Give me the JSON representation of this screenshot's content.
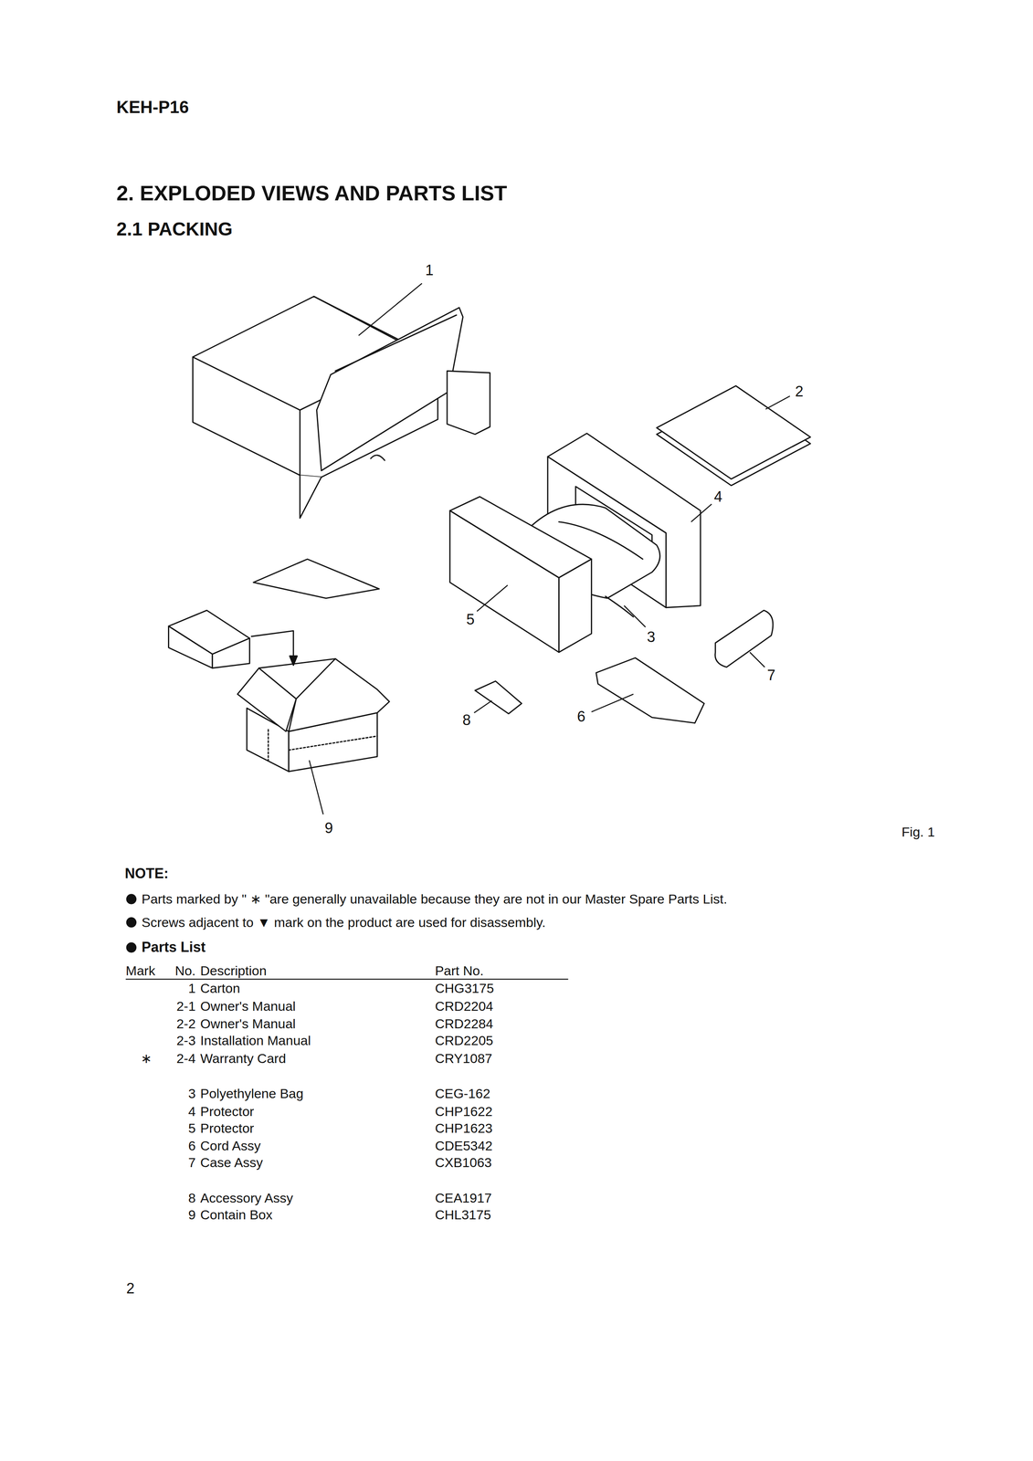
{
  "diagram": {
    "title": "2. EXPLODED VIEWS AND PARTS LIST",
    "labels": [
      "KEH-P16",
      "2.1 PACKING",
      "1",
      "2",
      "4",
      "5",
      "3",
      "7",
      "8",
      "6",
      "9",
      "Fig. 1",
      "NOTE:",
      "Parts marked by \" ∗ \"are generally unavailable because they are not in our Master Spare Parts List.",
      "Screws adjacent to ▼ mark on the product are used for disassembly.",
      "Parts List",
      "Mark",
      "No.",
      "Description",
      "Part No.",
      "1",
      "Carton",
      "CHG3175",
      "2-1",
      "Owner's Manual",
      "CRD2204",
      "2-2",
      "Owner's Manual",
      "CRD2284",
      "2-3",
      "Installation Manual",
      "CRD2205",
      "∗",
      "2-4",
      "Warranty Card",
      "CRY1087",
      "3",
      "Polyethylene Bag",
      "CEG-162",
      "4",
      "Protector",
      "CHP1622",
      "5",
      "Protector",
      "CHP1623",
      "6",
      "Cord Assy",
      "CDE5342",
      "7",
      "Case Assy",
      "CXB1063",
      "8",
      "Accessory Assy",
      "CEA1917",
      "9",
      "Contain Box",
      "CHL3175",
      "2"
    ]
  }
}
